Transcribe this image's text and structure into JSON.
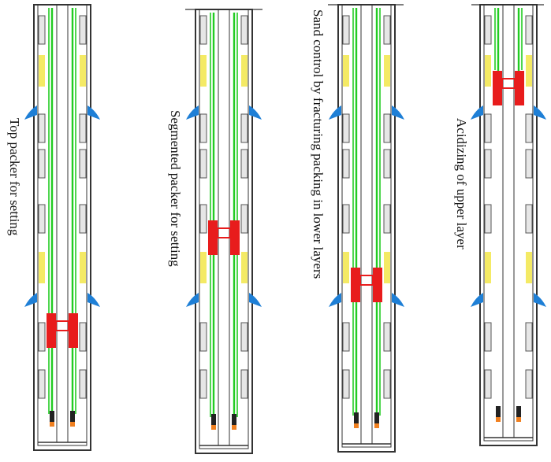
{
  "panels": [
    {
      "caption": "Top packer for setting",
      "green_to": "bottom",
      "red_packer": "lower",
      "caption_color": "#111111"
    },
    {
      "caption": "Segmented packer for setting",
      "green_to": "bottom",
      "red_packer": "middle",
      "caption_color": "#111111"
    },
    {
      "caption": "Sand control by fracturing packing in lower layers",
      "green_to": "bottom",
      "red_packer": "lower",
      "caption_color": "#111111"
    },
    {
      "caption": "Acidizing of upper layer",
      "green_to": "top",
      "red_packer": "upper",
      "caption_color": "#111111"
    }
  ],
  "colors": {
    "casing": "#333333",
    "flow": "#22cc22",
    "seal": "#f2e64a",
    "anchor": "#1e7fd6",
    "packer": "#e81c1c",
    "hardware": "#555555"
  }
}
